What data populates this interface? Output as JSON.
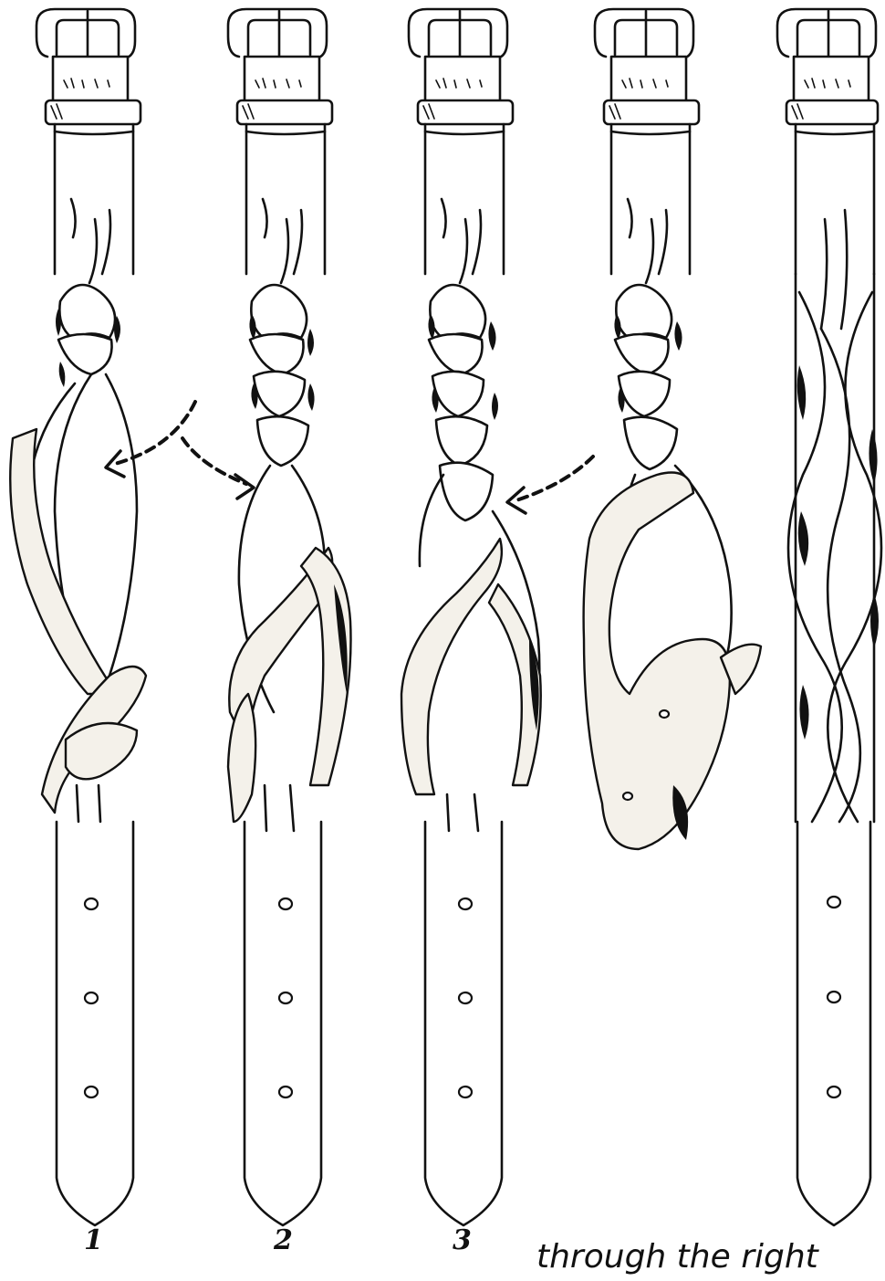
{
  "steps": [
    {
      "number": "1",
      "arrow": true
    },
    {
      "number": "2",
      "arrow": true
    },
    {
      "number": "3",
      "arrow": true
    },
    {
      "number": "",
      "arrow": false
    },
    {
      "number": "",
      "arrow": false
    }
  ],
  "caption": "through the right",
  "icons": {
    "buckle": "buckle-icon",
    "arrow": "dashed-arrow-icon",
    "hole": "belt-hole-icon"
  },
  "colors": {
    "ink": "#111111",
    "paper": "#ffffff",
    "hatched_strand": "#f4f1ea"
  }
}
